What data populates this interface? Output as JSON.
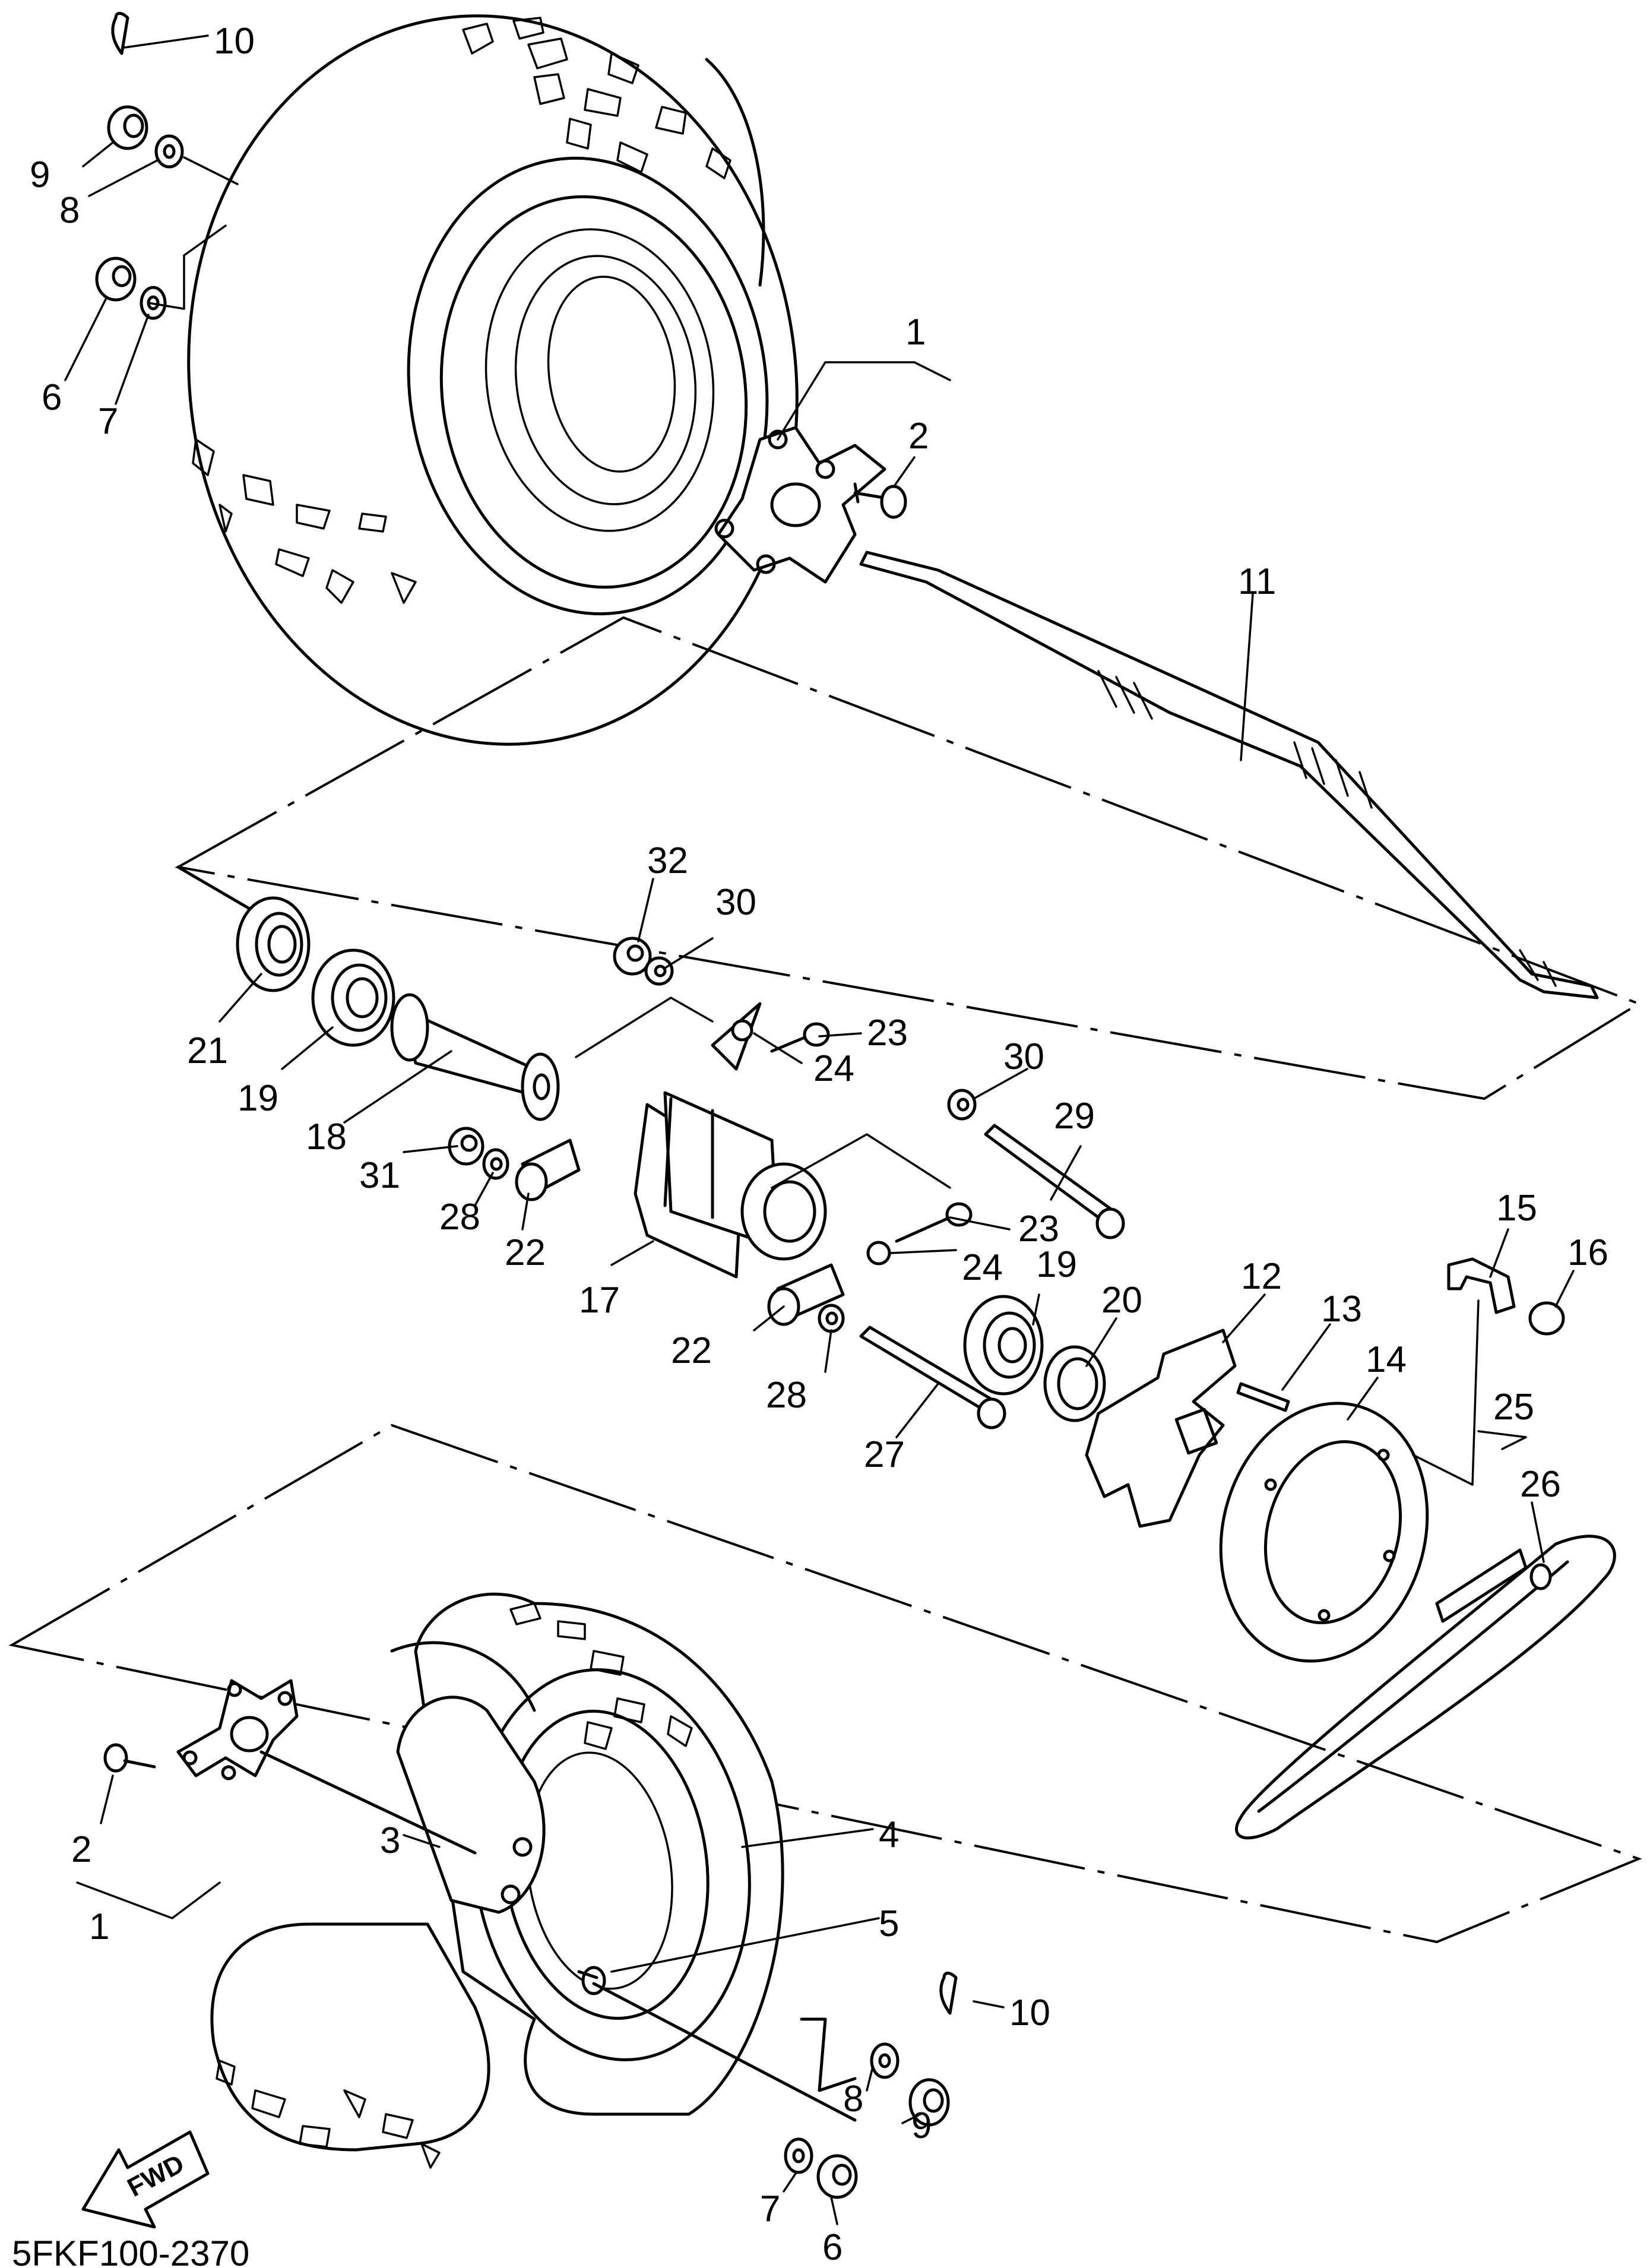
{
  "diagram_code": "5FKF100-2370",
  "fwd_label": "FWD",
  "callouts": {
    "c1a": "1",
    "c2a": "2",
    "c6a": "6",
    "c7a": "7",
    "c8a": "8",
    "c9a": "9",
    "c10a": "10",
    "c11": "11",
    "c12": "12",
    "c13": "13",
    "c14": "14",
    "c15": "15",
    "c16": "16",
    "c17": "17",
    "c18": "18",
    "c19a": "19",
    "c19b": "19",
    "c20": "20",
    "c21": "21",
    "c22a": "22",
    "c22b": "22",
    "c23a": "23",
    "c23b": "23",
    "c24a": "24",
    "c24b": "24",
    "c25": "25",
    "c26": "26",
    "c27": "27",
    "c28a": "28",
    "c28b": "28",
    "c29": "29",
    "c30a": "30",
    "c30b": "30",
    "c31": "31",
    "c32": "32",
    "c1b": "1",
    "c2b": "2",
    "c3": "3",
    "c4": "4",
    "c5": "5",
    "c6b": "6",
    "c7b": "7",
    "c8b": "8",
    "c9b": "9",
    "c10b": "10"
  }
}
